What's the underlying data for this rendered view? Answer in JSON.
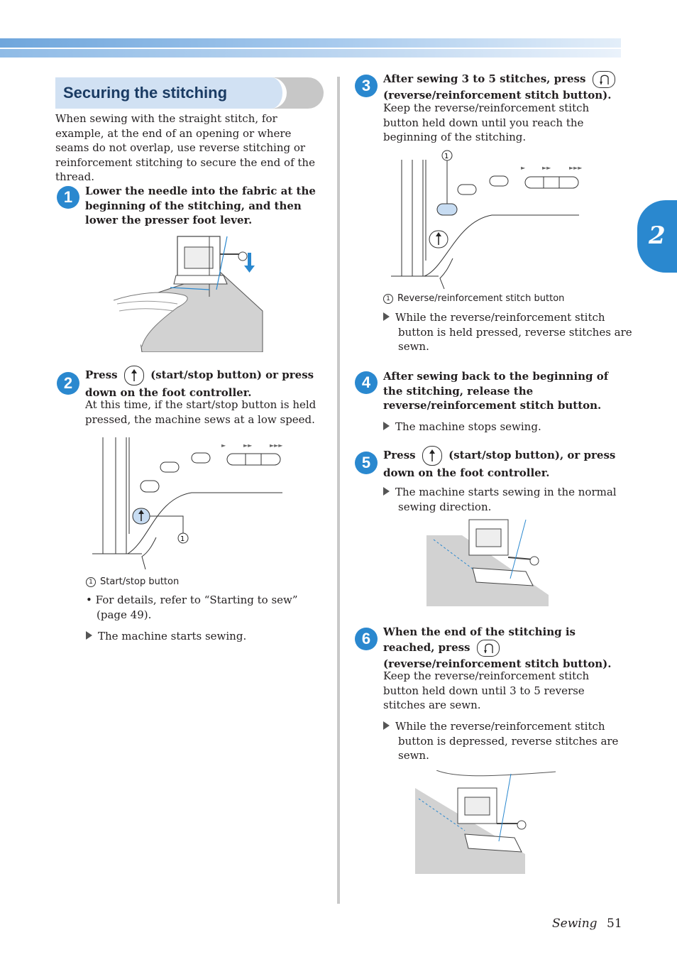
{
  "chapter_tab": "2",
  "section": {
    "title": "Securing the stitching"
  },
  "intro": "When sewing with the straight stitch, for example, at the end of an opening or where seams do not overlap, use reverse stitching or reinforcement stitching to secure the end of the thread.",
  "steps": [
    {
      "num": "1",
      "heading": "Lower the needle into the fabric at the beginning of the stitching, and then lower the presser foot lever."
    },
    {
      "num": "2",
      "heading_a": "Press",
      "heading_b": "(start/stop button) or press down on the foot controller.",
      "body": "At this time, if the start/stop button is held pressed, the machine sews at a low speed.",
      "callout": "Start/stop button",
      "callout_num": "1",
      "note": "For details, refer to “Starting to sew” (page 49).",
      "result": "The machine starts sewing."
    },
    {
      "num": "3",
      "heading_a": "After sewing 3 to 5 stitches, press",
      "heading_b": "(reverse/reinforcement stitch button).",
      "body": "Keep the reverse/reinforcement stitch button held down until you reach the beginning of the stitching.",
      "callout": "Reverse/reinforcement stitch button",
      "callout_num": "1",
      "result": "While the reverse/reinforcement stitch button is held pressed, reverse stitches are sewn."
    },
    {
      "num": "4",
      "heading": "After sewing back to the beginning of the stitching, release the reverse/reinforcement stitch button.",
      "result": "The machine stops sewing."
    },
    {
      "num": "5",
      "heading_a": "Press",
      "heading_b": "(start/stop button), or press down on the foot controller.",
      "result": "The machine starts sewing in the normal sewing direction."
    },
    {
      "num": "6",
      "heading_a": "When the end of the stitching is reached, press",
      "heading_b": "(reverse/reinforcement stitch button).",
      "body": "Keep the reverse/reinforcement stitch button held down until 3 to 5 reverse stitches are sewn.",
      "result": "While the reverse/reinforcement stitch button is depressed, reverse stitches are sewn."
    }
  ],
  "footer": {
    "section": "Sewing",
    "page": "51"
  },
  "colors": {
    "accent": "#2a88cf",
    "section_bg": "#d1e1f3",
    "title": "#1a3b63"
  }
}
